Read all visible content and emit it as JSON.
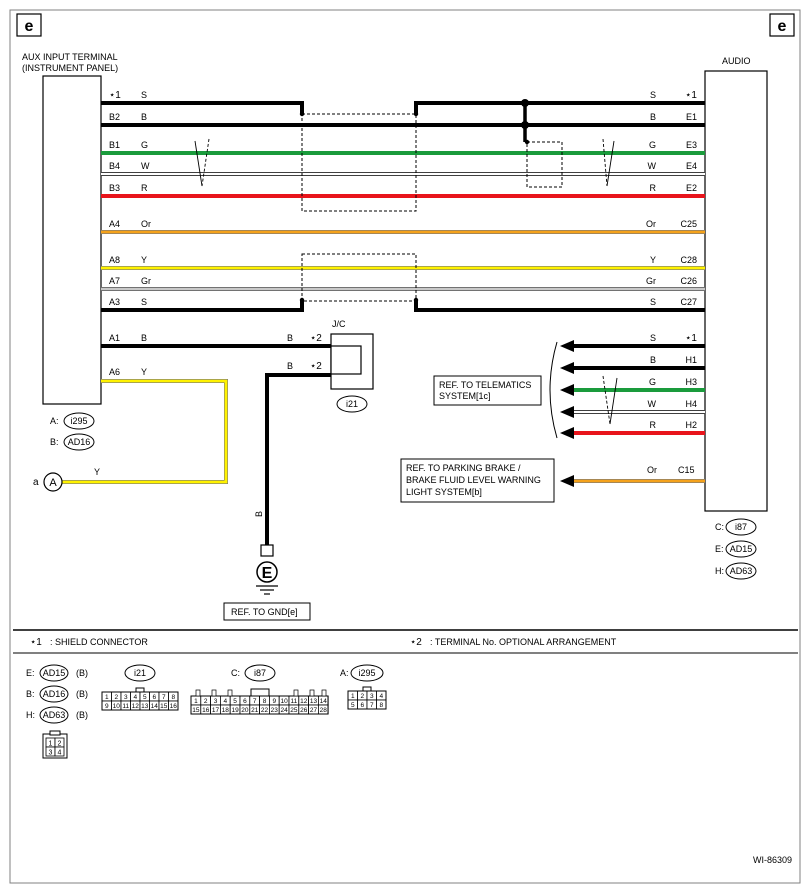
{
  "frame": {
    "corner_left": "e",
    "corner_right": "e",
    "figure_id": "WI-86309"
  },
  "left_component": {
    "title_line1": "AUX INPUT TERMINAL",
    "title_line2": "(INSTRUMENT PANEL)",
    "connectors": [
      {
        "label": "A:",
        "code": "i295"
      },
      {
        "label": "B:",
        "code": "AD16"
      }
    ]
  },
  "right_component": {
    "title": "AUDIO",
    "connectors": [
      {
        "label": "C:",
        "code": "i87"
      },
      {
        "label": "E:",
        "code": "AD15"
      },
      {
        "label": "H:",
        "code": "AD63"
      }
    ]
  },
  "colors": {
    "B": "#000000",
    "S": "#000000",
    "G": "#1a9b3c",
    "W": "#ffffff",
    "R": "#e8141b",
    "Or": "#f5a21b",
    "Y": "#fff200",
    "Gr": "#c8c8c8"
  },
  "wires": [
    {
      "id": "s-top",
      "left_pin": "⋆1",
      "left_color": "S",
      "right_color": "S",
      "right_pin": "⋆1",
      "color": "S"
    },
    {
      "id": "b2-e1",
      "left_pin": "B2",
      "left_color": "B",
      "right_color": "B",
      "right_pin": "E1",
      "color": "B"
    },
    {
      "id": "b1-e3",
      "left_pin": "B1",
      "left_color": "G",
      "right_color": "G",
      "right_pin": "E3",
      "color": "G"
    },
    {
      "id": "b4-e4",
      "left_pin": "B4",
      "left_color": "W",
      "right_color": "W",
      "right_pin": "E4",
      "color": "W"
    },
    {
      "id": "b3-e2",
      "left_pin": "B3",
      "left_color": "R",
      "right_color": "R",
      "right_pin": "E2",
      "color": "R"
    },
    {
      "id": "a4-c25",
      "left_pin": "A4",
      "left_color": "Or",
      "right_color": "Or",
      "right_pin": "C25",
      "color": "Or"
    },
    {
      "id": "a8-c28",
      "left_pin": "A8",
      "left_color": "Y",
      "right_color": "Y",
      "right_pin": "C28",
      "color": "Y"
    },
    {
      "id": "a7-c26",
      "left_pin": "A7",
      "left_color": "Gr",
      "right_color": "Gr",
      "right_pin": "C26",
      "color": "Gr"
    },
    {
      "id": "a3-c27",
      "left_pin": "A3",
      "left_color": "S",
      "right_color": "S",
      "right_pin": "C27",
      "color": "S"
    }
  ],
  "left_only_wires": [
    {
      "id": "a1",
      "pin": "A1",
      "color_label": "B"
    },
    {
      "id": "a6",
      "pin": "A6",
      "color_label": "Y"
    }
  ],
  "junction": {
    "title": "J/C",
    "pin_top_color": "B",
    "pin_top_pin": "⋆2",
    "pin_bottom_color": "B",
    "pin_bottom_pin": "⋆2",
    "code": "i21"
  },
  "ground": {
    "wire_color": "B",
    "symbol": "E",
    "ref": "REF. TO GND[e]"
  },
  "off_page": {
    "label": "a",
    "symbol": "A",
    "wire_color": "Y"
  },
  "telematics": {
    "ref_line1": "REF. TO TELEMATICS",
    "ref_line2": "SYSTEM[1c]",
    "wires": [
      {
        "color": "S",
        "pin": "⋆1"
      },
      {
        "color": "B",
        "pin": "H1"
      },
      {
        "color": "G",
        "pin": "H3"
      },
      {
        "color": "W",
        "pin": "H4"
      },
      {
        "color": "R",
        "pin": "H2"
      }
    ]
  },
  "parking_brake": {
    "ref_line1": "REF. TO PARKING BRAKE /",
    "ref_line2": "BRAKE FLUID LEVEL WARNING",
    "ref_line3": "LIGHT SYSTEM[b]",
    "color": "Or",
    "pin": "C15"
  },
  "legend": {
    "note1_symbol": "⋆1",
    "note1_text": ": SHIELD CONNECTOR",
    "note2_symbol": "⋆2",
    "note2_text": ": TERMINAL No. OPTIONAL ARRANGEMENT"
  },
  "connector_views": {
    "group1": [
      {
        "label": "E:",
        "code": "AD15",
        "tag": "(B)"
      },
      {
        "label": "B:",
        "code": "AD16",
        "tag": "(B)"
      },
      {
        "label": "H:",
        "code": "AD63",
        "tag": "(B)"
      }
    ],
    "group1_pins": [
      "1",
      "2",
      "3",
      "4"
    ],
    "i21": {
      "code": "i21",
      "row1": [
        "1",
        "2",
        "3",
        "4",
        "5",
        "6",
        "7",
        "8"
      ],
      "row2": [
        "9",
        "10",
        "11",
        "12",
        "13",
        "14",
        "15",
        "16"
      ]
    },
    "i87": {
      "label": "C:",
      "code": "i87",
      "row1": [
        "1",
        "2",
        "3",
        "4",
        "5",
        "6",
        "7",
        "8",
        "9",
        "10",
        "11",
        "12",
        "13",
        "14"
      ],
      "row2": [
        "15",
        "16",
        "17",
        "18",
        "19",
        "20",
        "21",
        "22",
        "23",
        "24",
        "25",
        "26",
        "27",
        "28"
      ]
    },
    "i295": {
      "label": "A:",
      "code": "i295",
      "row1": [
        "1",
        "2",
        "3",
        "4"
      ],
      "row2": [
        "5",
        "6",
        "7",
        "8"
      ]
    }
  }
}
